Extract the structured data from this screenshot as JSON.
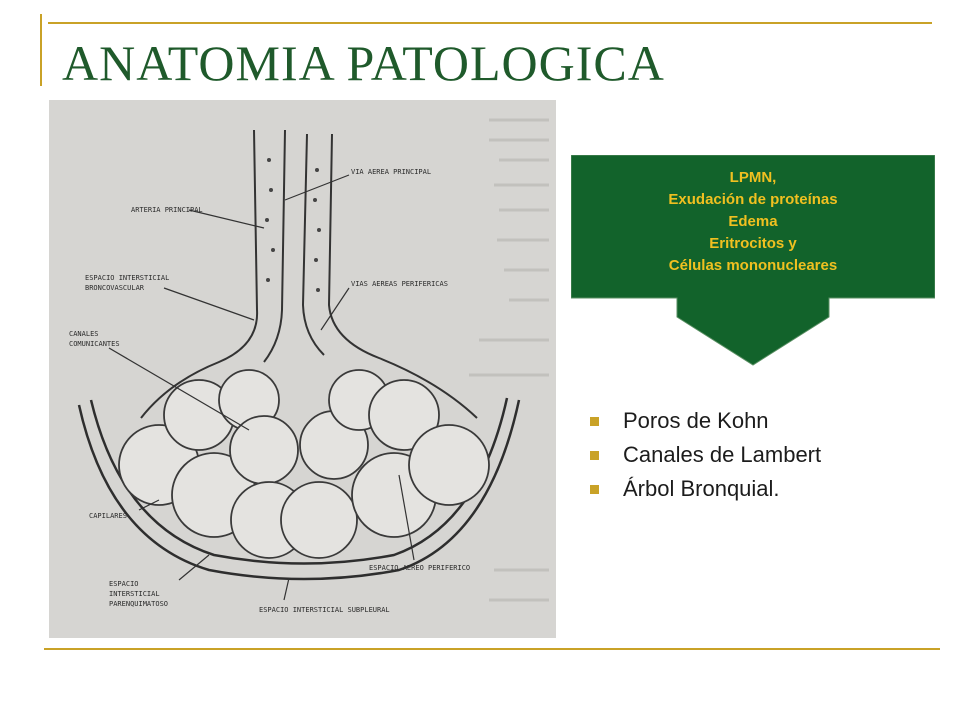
{
  "slide": {
    "title": "ANATOMIA PATOLOGICA"
  },
  "diagram": {
    "labels": {
      "via_aerea_principal": "VIA AEREA PRINCIPAL",
      "arteria_principal": "ARTERIA PRINCIPAL",
      "espacio_intersticial_broncovascular_1": "ESPACIO INTERSTICIAL",
      "espacio_intersticial_broncovascular_2": "BRONCOVASCULAR",
      "vias_aereas_perifericas": "VIAS AEREAS PERIFERICAS",
      "canales_comunicantes_1": "CANALES",
      "canales_comunicantes_2": "COMUNICANTES",
      "capilares": "CAPILARES",
      "espacio_aereo_periferico": "ESPACIO AEREO PERIFERICO",
      "espacio_intersticial_parenquimatoso_1": "ESPACIO",
      "espacio_intersticial_parenquimatoso_2": "INTERSTICIAL",
      "espacio_intersticial_parenquimatoso_3": "PARENQUIMATOSO",
      "espacio_intersticial_subpleural": "ESPACIO INTERSTICIAL SUBPLEURAL"
    }
  },
  "callout": {
    "lines": [
      "LPMN,",
      "Exudación de proteínas",
      "Edema",
      "Eritrocitos y",
      "Células mononucleares"
    ],
    "fill_color": "#12632b",
    "text_color": "#f0c020"
  },
  "bullets": [
    "Poros de Kohn",
    "Canales de Lambert",
    "Árbol Bronquial."
  ],
  "theme": {
    "title_color": "#1f5a2b",
    "accent_color": "#c9a227"
  }
}
